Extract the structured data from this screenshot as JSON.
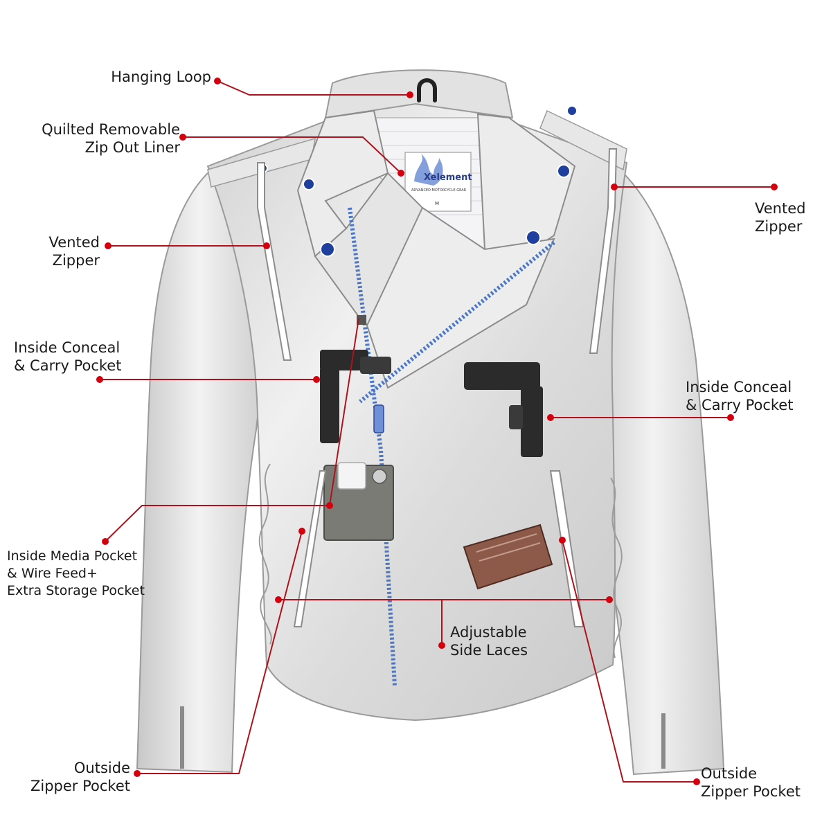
{
  "brand": {
    "logo_text": "Xelement",
    "logo_subtext": "ADVANCED MOTORCYCLE GEAR",
    "tag_size": "M"
  },
  "colors": {
    "leader": "#b0121b",
    "dot": "#d4000d",
    "snap": "#1f3f9e",
    "zipper_blue": "#4a78c6",
    "leather": "#e6e6e6"
  },
  "labels": {
    "hanging_loop": [
      "Hanging Loop"
    ],
    "liner": [
      "Quilted Removable",
      "Zip Out Liner"
    ],
    "vented_left": [
      "Vented",
      "Zipper"
    ],
    "vented_right": [
      "Vented",
      "Zipper"
    ],
    "conceal_left": [
      "Inside Conceal",
      "& Carry Pocket"
    ],
    "conceal_right": [
      "Inside Conceal",
      "& Carry Pocket"
    ],
    "media": [
      "Inside Media Pocket",
      "& Wire Feed+",
      "Extra Storage Pocket"
    ],
    "laces": [
      "Adjustable",
      "Side Laces"
    ],
    "outside_left": [
      "Outside",
      "Zipper Pocket"
    ],
    "outside_right": [
      "Outside",
      "Zipper Pocket"
    ]
  }
}
